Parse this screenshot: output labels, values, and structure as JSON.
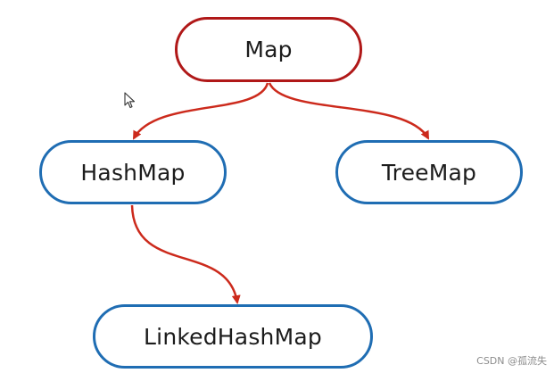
{
  "nodes": {
    "map": "Map",
    "hashmap": "HashMap",
    "treemap": "TreeMap",
    "linkedhashmap": "LinkedHashMap"
  },
  "edges": [
    {
      "from": "Map",
      "to": "HashMap"
    },
    {
      "from": "Map",
      "to": "TreeMap"
    },
    {
      "from": "HashMap",
      "to": "LinkedHashMap"
    }
  ],
  "colors": {
    "root_border": "#b01818",
    "child_border": "#1f6db3",
    "arrow": "#cc2a1c"
  },
  "watermark": "CSDN @孤流失"
}
